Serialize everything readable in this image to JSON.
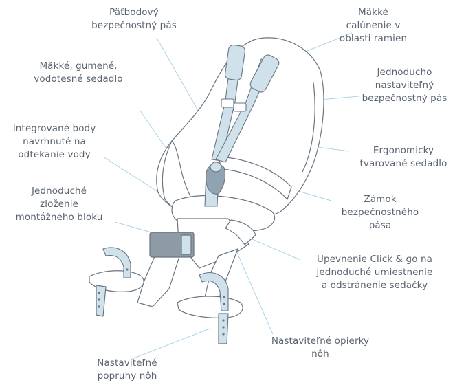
{
  "labels": {
    "five_point_harness": "Päťbodový\nbezpečnostný pás",
    "soft_shoulder_padding": "Mäkké\ncalúnenie v\noblasti ramien",
    "rubber_seat": "Mäkké, gumené,\nvodotesné sedadlo",
    "adjustable_harness": "Jednoducho\nnastaviteľný\nbezpečnostný pás",
    "drainage_points": "Integrované body\nnavrhnuté na\nodtekanie vody",
    "ergonomic_seat": "Ergonomicky\ntvarované sedadlo",
    "mounting_block": "Jednoduché\nzloženie\nmontážneho bloku",
    "buckle": "Zámok\nbezpečnostného\npása",
    "click_and_go": "Upevnenie Click & go na\njednoduché umiestnenie\na odstránenie sedačky",
    "footrests": "Nastaviteľné opierky\nnôh",
    "foot_straps": "Nastaviteľné\npopruhy nôh"
  },
  "colors": {
    "outline": "#6a7480",
    "strap_fill": "#cfe2ec",
    "strap_dark": "#8fa3b3",
    "block_fill": "#8e9aa6",
    "leader": "#a9d3e6",
    "text": "#5a6470"
  }
}
